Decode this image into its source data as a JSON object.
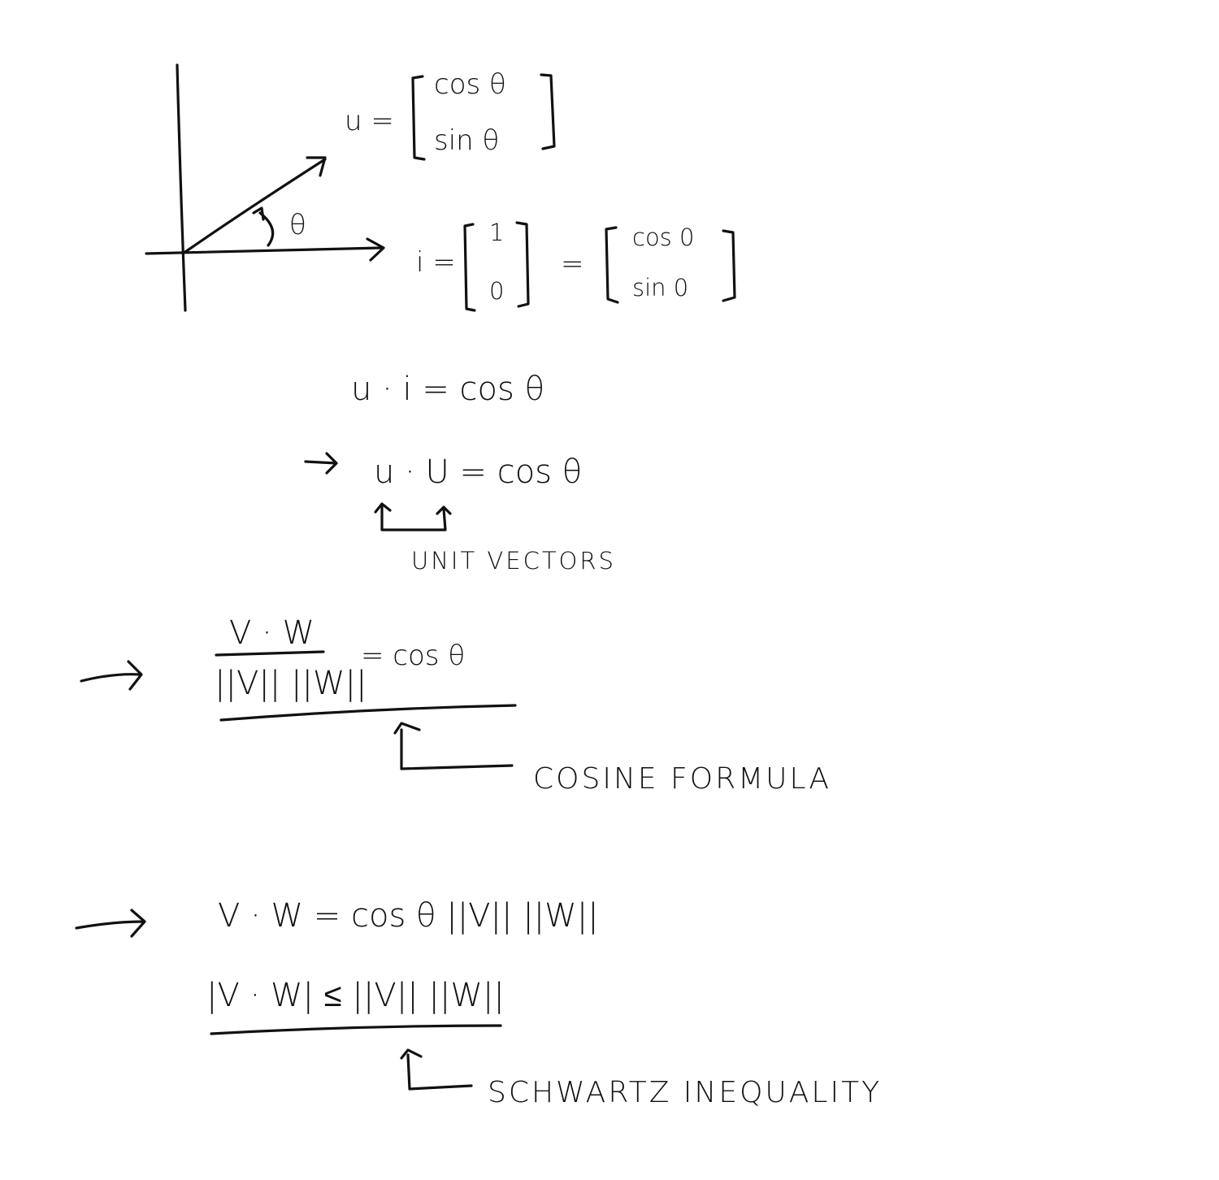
{
  "diagram": {
    "angle_label": "θ",
    "u_definition": {
      "lhs": "u =",
      "row1": "cos θ",
      "row2": "sin θ"
    },
    "i_definition": {
      "lhs": "i =",
      "row1": "1",
      "row2": "0",
      "equals": "=",
      "alt_row1": "cos 0",
      "alt_row2": "sin 0"
    },
    "eq_u_dot_i": "u · i  =  cos θ",
    "eq_u_dot_U": "u · U = cos θ",
    "unit_vectors_label": "UNIT VECTORS",
    "cosine_formula": {
      "numerator": "V · W",
      "denominator": "||V|| ||W||",
      "rhs": "=   cos   θ",
      "label": "COSINE  FORMULA"
    },
    "eq_vw_expanded": "V · W  = cos θ ||V|| ||W||",
    "schwartz": {
      "expression": "|V · W|  ≤  ||V|| ||W||",
      "label": "SCHWARTZ  INEQUALITY"
    }
  }
}
